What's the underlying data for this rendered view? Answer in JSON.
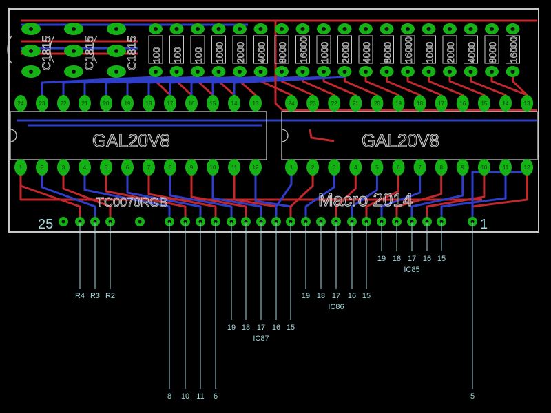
{
  "colors": {
    "background": "#000000",
    "outline": "#c8c8c8",
    "top_trace": "#c0282c",
    "bottom_trace": "#2e3ec8",
    "pad": "#15b215",
    "silkscreen": "#c8c8c8",
    "annotation": "#a0d8dc"
  },
  "board": {
    "name": "TC0070RGB",
    "credit": "Macro 2014",
    "connector_first_pin": "25",
    "connector_last_pin": "1"
  },
  "transistors": [
    "C1815",
    "C1815",
    "C1815"
  ],
  "resistors": [
    "100",
    "100",
    "100",
    "1000",
    "2000",
    "4000",
    "8000",
    "16000",
    "1000",
    "2000",
    "4000",
    "8000",
    "16000",
    "1000",
    "2000",
    "4000",
    "8000",
    "16000"
  ],
  "ics": [
    {
      "label": "GAL20V8",
      "top_pins": [
        "24",
        "23",
        "22",
        "21",
        "20",
        "19",
        "18",
        "17",
        "16",
        "15",
        "14",
        "13"
      ],
      "bottom_pins": [
        "1",
        "2",
        "3",
        "4",
        "5",
        "6",
        "7",
        "8",
        "9",
        "10",
        "11",
        "12"
      ]
    },
    {
      "label": "GAL20V8",
      "top_pins": [
        "24",
        "23",
        "22",
        "21",
        "20",
        "19",
        "18",
        "17",
        "16",
        "15",
        "14",
        "13"
      ],
      "bottom_pins": [
        "1",
        "2",
        "3",
        "4",
        "5",
        "6",
        "7",
        "8",
        "9",
        "10",
        "11",
        "12"
      ]
    }
  ],
  "pin_labels": {
    "resistor_outputs": [
      "R4",
      "R3",
      "R2"
    ],
    "ic87": {
      "pins": [
        "19",
        "18",
        "17",
        "16",
        "15"
      ],
      "name": "IC87"
    },
    "ic86": {
      "pins": [
        "19",
        "18",
        "17",
        "16",
        "15"
      ],
      "name": "IC86"
    },
    "ic85": {
      "pins": [
        "19",
        "18",
        "17",
        "16",
        "15"
      ],
      "name": "IC85"
    },
    "signals": [
      "8",
      "10",
      "11",
      "6"
    ],
    "last": "5"
  }
}
